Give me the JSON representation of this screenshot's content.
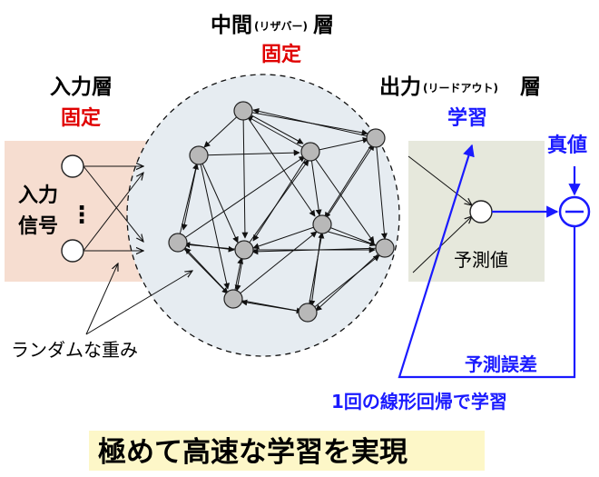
{
  "labels": {
    "hidden_title_main": "中間",
    "hidden_title_paren": "(リザバー)",
    "hidden_title_suffix": "層",
    "hidden_fixed": "固定",
    "input_title": "入力層",
    "input_fixed": "固定",
    "output_title_main": "出力",
    "output_title_paren": "(リードアウト)",
    "output_title_suffix": "層",
    "output_learn": "学習",
    "input_signal_line1": "入力",
    "input_signal_line2": "信号",
    "input_dots": "⋮",
    "true_value": "真値",
    "prediction": "予測値",
    "random_weights": "ランダムな重み",
    "prediction_error": "予測誤差",
    "regression": "1回の線形回帰で学習",
    "banner": "極めて高速な学習を実現",
    "minus_symbol": "−"
  },
  "colors": {
    "red": "#e00000",
    "blue": "#1a1aff",
    "input_panel": "#f6ddd0",
    "output_panel": "#e6e8dc",
    "reservoir": "#e6ecf1",
    "banner_bg": "#fdf7c8",
    "node_gray": "#b8b8b8"
  }
}
